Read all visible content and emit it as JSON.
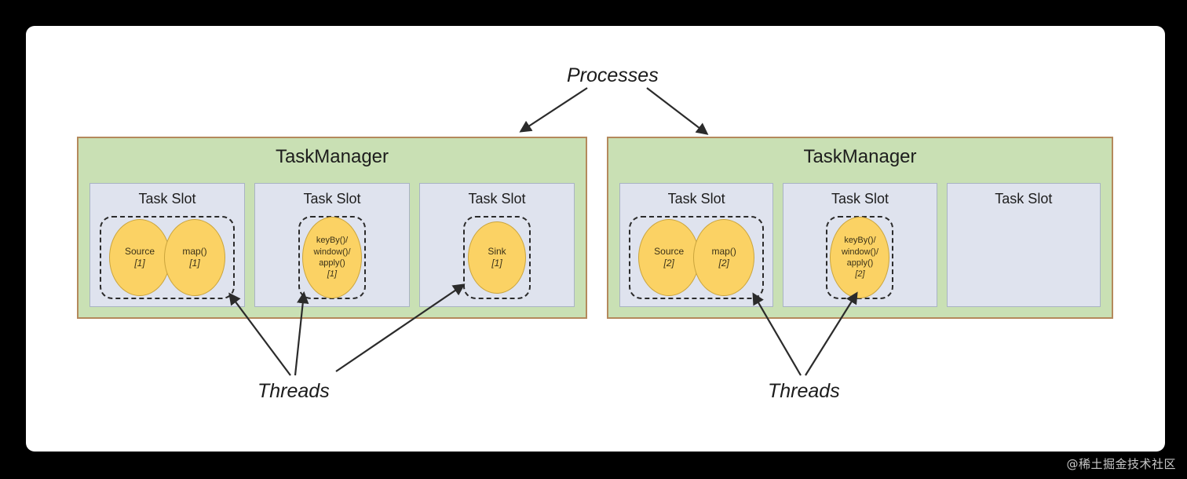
{
  "figure": {
    "title_processes": "Processes",
    "threads_left": "Threads",
    "threads_right": "Threads",
    "watermark": "@稀土掘金技术社区",
    "colors": {
      "taskmanager_fill": "#c9e0b4",
      "taskmanager_border": "#b4895c",
      "taskslot_fill": "#dfe3ee",
      "taskslot_border": "#a9b3c4",
      "bubble_fill": "#fbd264",
      "bubble_border": "#caa43c",
      "card_background": "#ffffff",
      "page_background": "#000000",
      "arrow": "#2b2b2b"
    }
  },
  "taskmanagers": [
    {
      "title": "TaskManager",
      "slots": [
        {
          "title": "Task Slot",
          "bubbles": [
            {
              "lines": [
                "Source"
              ],
              "index": "[1]"
            },
            {
              "lines": [
                "map()"
              ],
              "index": "[1]"
            }
          ]
        },
        {
          "title": "Task Slot",
          "bubbles": [
            {
              "lines": [
                "keyBy()/",
                "window()/",
                "apply()"
              ],
              "index": "[1]"
            }
          ]
        },
        {
          "title": "Task Slot",
          "bubbles": [
            {
              "lines": [
                "Sink"
              ],
              "index": "[1]"
            }
          ]
        }
      ]
    },
    {
      "title": "TaskManager",
      "slots": [
        {
          "title": "Task Slot",
          "bubbles": [
            {
              "lines": [
                "Source"
              ],
              "index": "[2]"
            },
            {
              "lines": [
                "map()"
              ],
              "index": "[2]"
            }
          ]
        },
        {
          "title": "Task Slot",
          "bubbles": [
            {
              "lines": [
                "keyBy()/",
                "window()/",
                "apply()"
              ],
              "index": "[2]"
            }
          ]
        },
        {
          "title": "Task Slot",
          "bubbles": []
        }
      ]
    }
  ]
}
